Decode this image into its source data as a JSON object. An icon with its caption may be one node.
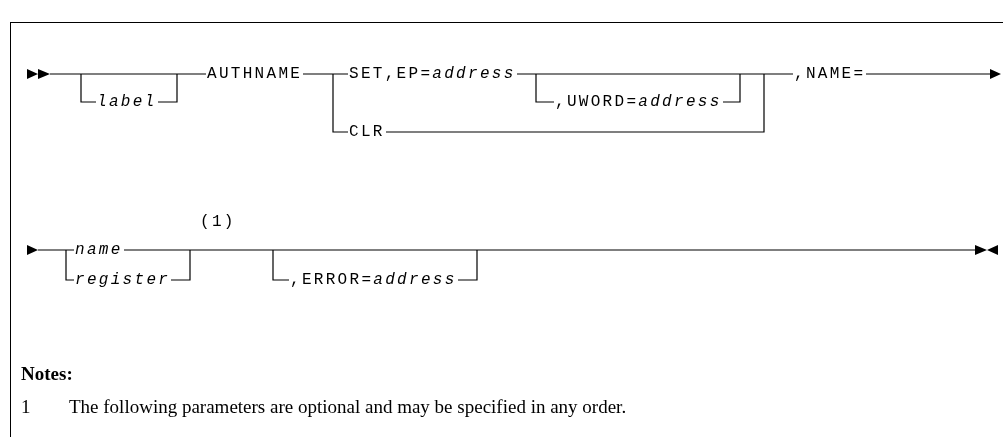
{
  "diagram": {
    "labels": [
      "*label*",
      "AUTHNAME",
      "SET,EP=*address*",
      ",UWORD=*address*",
      "CLR",
      ",NAME=",
      "*name*",
      "(1)",
      "*register*",
      ",ERROR=*address*",
      "Notes:",
      "1",
      "The following parameters are optional and may be specified in any order."
    ]
  }
}
